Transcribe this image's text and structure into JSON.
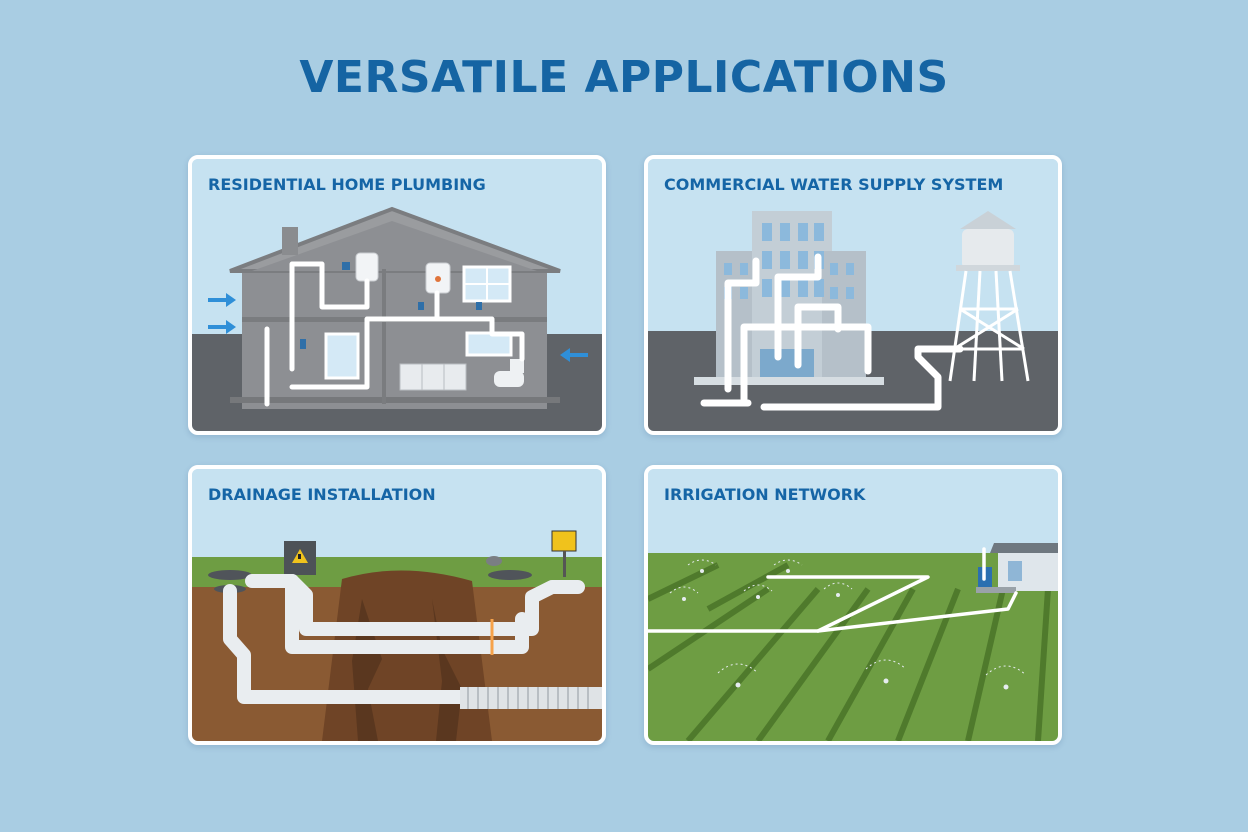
{
  "heading": {
    "title": "VERSATILE APPLICATIONS"
  },
  "panels": [
    {
      "title": "RESIDENTIAL HOME PLUMBING"
    },
    {
      "title": "COMMERCIAL WATER SUPPLY SYSTEM"
    },
    {
      "title": "DRAINAGE INSTALLATION"
    },
    {
      "title": "IRRIGATION NETWORK"
    }
  ],
  "colors": {
    "background": "#a9cde3",
    "title": "#1564a3",
    "panel_border": "#ffffff",
    "sky": "#c6e2f1",
    "pipe": "#ffffff",
    "ground_asphalt": "#5f6368",
    "soil": "#8a5a33",
    "grass": "#6e9d43",
    "flow_arrow": "#2f8fd8"
  },
  "icons": [
    "house-illustration",
    "office-building-illustration",
    "water-tower-illustration",
    "drain-pipe-illustration",
    "sprinkler-field-illustration",
    "warning-sign-icon",
    "water-pump-icon"
  ]
}
